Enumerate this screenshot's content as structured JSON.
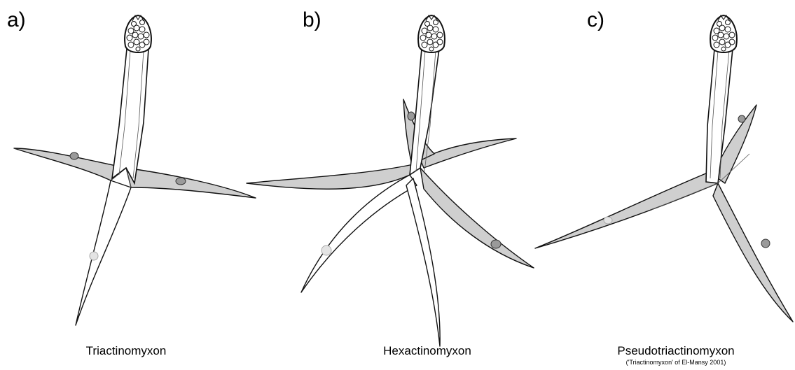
{
  "panels": [
    {
      "letter": "a)",
      "name": "Triactinomyxon",
      "note": ""
    },
    {
      "letter": "b)",
      "name": "Hexactinomyxon",
      "note": ""
    },
    {
      "letter": "c)",
      "name": "Pseudotriactinomyxon",
      "note": "('Triactinomyxon' of El-Mansy 2001)"
    }
  ],
  "colors": {
    "shaded_process": "#cfcfcf",
    "outline": "#111111",
    "background": "#ffffff"
  }
}
